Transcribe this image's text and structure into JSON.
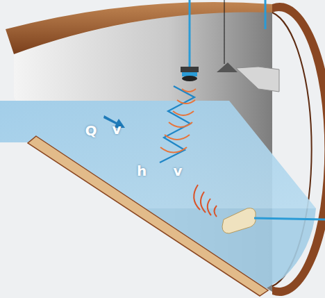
{
  "diagram": {
    "labels": [
      "Q",
      "v",
      "h",
      "v"
    ]
  }
}
